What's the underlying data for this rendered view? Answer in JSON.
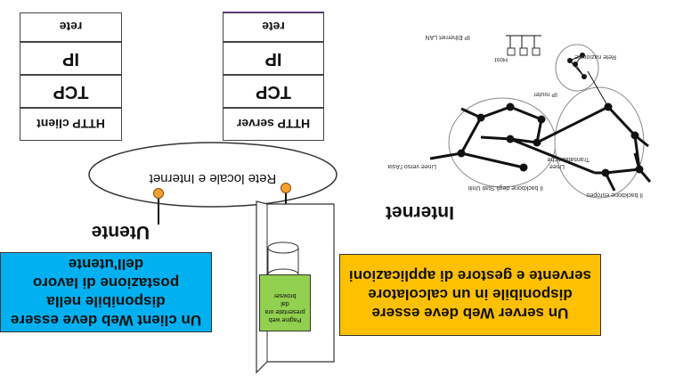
{
  "left_stack": {
    "http": "HTTP client",
    "tcp": "TCP",
    "ip": "IP",
    "rete": "rete"
  },
  "right_stack": {
    "http": "HTTP server",
    "tcp": "TCP",
    "ip": "IP",
    "rete": "rete"
  },
  "ellipse_label": "Rete locale e Internet",
  "utente_label": "Utente",
  "internet_label": "Internet",
  "client_note": "Un client Web deve essere disponibile nella postazione di lavoro dell'utente",
  "server_note": "Un server Web deve essere disponibile in un calcolatore servente e gestore di applicazioni",
  "server_box": {
    "browser_label": "browser",
    "page_label": "Pagine web presentate ora dal"
  },
  "network": {
    "lan": "IP Ethernet LAN",
    "host": "Host",
    "nazionale": "Rete nazionale",
    "router": "IP router",
    "transatlantiche": "Transatlantiche",
    "linee": "Linee",
    "asia": "Linee verso l'Asia",
    "usa": "Il backbone degli Stati Uniti",
    "europa": "Il backbone europeo"
  },
  "colors": {
    "client_note_bg": "#00b0f0",
    "server_note_bg": "#ffc000",
    "page_box_bg": "#92d050",
    "connector_orange": "#f7a030",
    "top_link": "#7030a0"
  }
}
